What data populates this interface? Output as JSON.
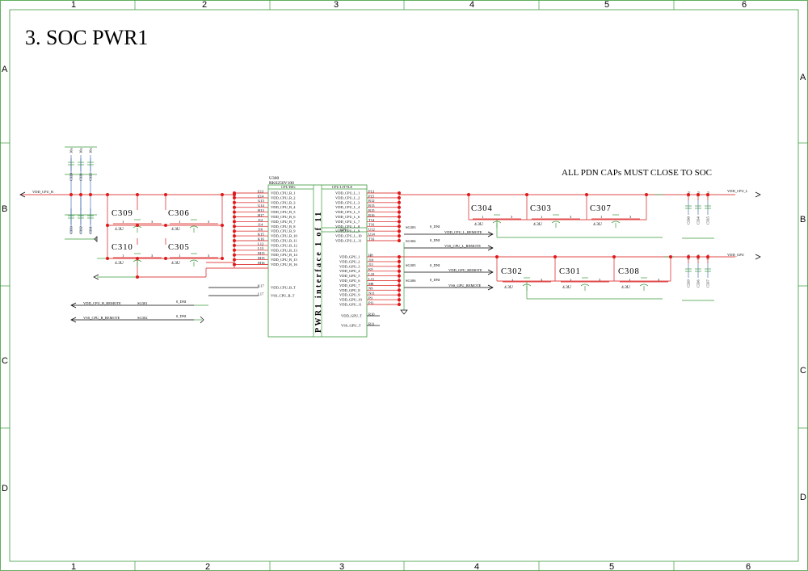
{
  "sheet": {
    "title": "3. SOC PWR1",
    "col_labels": [
      "1",
      "2",
      "3",
      "4",
      "5",
      "6"
    ],
    "row_labels": [
      "A",
      "B",
      "C",
      "D"
    ],
    "note": "ALL PDN CAPs MUST CLOSE TO SOC"
  },
  "ic": {
    "ref": "U300",
    "part": "RK6250V100",
    "big_header": "CPU BIG",
    "little_header": "CPU LITTLE",
    "gpu_header": "GPU",
    "interface_label": "PWR1 interface 1 of 11",
    "left_pins": [
      {
        "num": "E13",
        "name": "VDD_CPU_B_1"
      },
      {
        "num": "E14",
        "name": "VDD_CPU_B_2"
      },
      {
        "num": "G13",
        "name": "VDD_CPU_B_3"
      },
      {
        "num": "G14",
        "name": "VDD_CPU_B_4"
      },
      {
        "num": "H13",
        "name": "VDD_CPU_B_5"
      },
      {
        "num": "H17",
        "name": "VDD_CPU_B_6"
      },
      {
        "num": "J12",
        "name": "VDD_CPU_B_7"
      },
      {
        "num": "J14",
        "name": "VDD_CPU_B_8"
      },
      {
        "num": "J16",
        "name": "VDD_CPU_B_9"
      },
      {
        "num": "K15",
        "name": "VDD_CPU_B_10"
      },
      {
        "num": "K16",
        "name": "VDD_CPU_B_11"
      },
      {
        "num": "L12",
        "name": "VDD_CPU_B_12"
      },
      {
        "num": "L13",
        "name": "VDD_CPU_B_13"
      },
      {
        "num": "M13",
        "name": "VDD_CPU_B_14"
      },
      {
        "num": "M15",
        "name": "VDD_CPU_B_15"
      },
      {
        "num": "M16",
        "name": "VDD_CPU_B_16"
      }
    ],
    "left_sense": [
      {
        "num": "K17",
        "name": "VDD_CPU_B_T"
      },
      {
        "num": "L17",
        "name": "VSS_CPU_B_T"
      }
    ],
    "little_pins": [
      {
        "num": "P13",
        "name": "VDD_CPU_L_1"
      },
      {
        "num": "P15",
        "name": "VDD_CPU_L_2"
      },
      {
        "num": "R12",
        "name": "VDD_CPU_L_3"
      },
      {
        "num": "R13",
        "name": "VDD_CPU_L_4"
      },
      {
        "num": "R15",
        "name": "VDD_CPU_L_5"
      },
      {
        "num": "R16",
        "name": "VDD_CPU_L_6"
      },
      {
        "num": "T14",
        "name": "VDD_CPU_L_7"
      },
      {
        "num": "T16",
        "name": "VDD_CPU_L_8"
      },
      {
        "num": "U12",
        "name": "VDD_CPU_L_9"
      },
      {
        "num": "U14",
        "name": "VDD_CPU_L_10"
      },
      {
        "num": "T16",
        "name": "VDD_CPU_L_11"
      }
    ],
    "gpu_pins": [
      {
        "num": "H8",
        "name": "VDD_GPU_1"
      },
      {
        "num": "J10",
        "name": "VDD_GPU_2"
      },
      {
        "num": "J11",
        "name": "VDD_GPU_3"
      },
      {
        "num": "K9",
        "name": "VDD_GPU_4"
      },
      {
        "num": "L10",
        "name": "VDD_GPU_5"
      },
      {
        "num": "L11",
        "name": "VDD_GPU_6"
      },
      {
        "num": "M8",
        "name": "VDD_GPU_7"
      },
      {
        "num": "N9",
        "name": "VDD_GPU_8"
      },
      {
        "num": "N11",
        "name": "VDD_GPU_9"
      },
      {
        "num": "P9",
        "name": "VDD_GPU_10"
      },
      {
        "num": "P11",
        "name": "VDD_GPU_11"
      }
    ],
    "gpu_sense": [
      {
        "num": "R10",
        "name": "VDD_GPU_T"
      },
      {
        "num": "R11",
        "name": "VSS_GPU_T"
      }
    ]
  },
  "nets": {
    "vdd_cpu_b": "VDD_CPU_B",
    "vdd_cpu_l": "VDD_CPU_L",
    "vdd_gpu": "VDD_GPU",
    "vdd_cpu_b_remote": "VDD_CPU_B_REMOTE",
    "vss_cpu_b_remote": "VSS_CPU_B_REMOTE",
    "vdd_cpu_l_remote": "VDD_CPU_L_REMOTE",
    "vss_cpu_l_remote": "VSS_CPU_L_REMOTE",
    "vdd_gpu_remote": "VDD_GPU_REMOTE",
    "vss_gpu_remote": "VSS_GPU_REMOTE"
  },
  "shunts": [
    {
      "ref": "SG301",
      "value": "0_DNI"
    },
    {
      "ref": "SG302",
      "value": "0_DNI"
    },
    {
      "ref": "SG303",
      "value": "0_DNI"
    },
    {
      "ref": "SG304",
      "value": "0_DNI"
    },
    {
      "ref": "SG305",
      "value": "0_DNI"
    },
    {
      "ref": "SG306",
      "value": "0_DNI"
    }
  ],
  "caps": [
    {
      "ref": "C309",
      "value": "4.3U",
      "p1": "1",
      "p3": "3"
    },
    {
      "ref": "C306",
      "value": "4.3U",
      "p1": "1",
      "p3": "3"
    },
    {
      "ref": "C310",
      "value": "4.3U",
      "p1": "1",
      "p3": "3"
    },
    {
      "ref": "C305",
      "value": "4.3U",
      "p1": "1",
      "p3": "3"
    },
    {
      "ref": "C304",
      "value": "4.3U",
      "p1": "1",
      "p3": "3"
    },
    {
      "ref": "C303",
      "value": "4.3U",
      "p1": "1",
      "p3": "3"
    },
    {
      "ref": "C307",
      "value": "4.3U",
      "p1": "1",
      "p3": "3"
    },
    {
      "ref": "C302",
      "value": "4.3U",
      "p1": "1",
      "p3": "3"
    },
    {
      "ref": "C301",
      "value": "4.3U",
      "p1": "1",
      "p3": "3"
    },
    {
      "ref": "C308",
      "value": "4.3U",
      "p1": "1",
      "p3": "3"
    }
  ],
  "small_caps": {
    "top_b": [
      {
        "ref": "C320",
        "value": "10u"
      },
      {
        "ref": "C321",
        "value": "10u"
      },
      {
        "ref": "C322",
        "value": "10u"
      }
    ],
    "bot_b": [
      {
        "ref": "C333"
      },
      {
        "ref": "C332"
      },
      {
        "ref": "C331"
      }
    ],
    "l": [
      {
        "ref": "C330",
        "value": "10u"
      },
      {
        "ref": "C334",
        "value": "10u"
      },
      {
        "ref": "C335",
        "value": "10u"
      }
    ],
    "gpu": [
      {
        "ref": "C339",
        "value": "10u"
      },
      {
        "ref": "C336",
        "value": "10u"
      },
      {
        "ref": "C337",
        "value": "10u"
      }
    ]
  }
}
